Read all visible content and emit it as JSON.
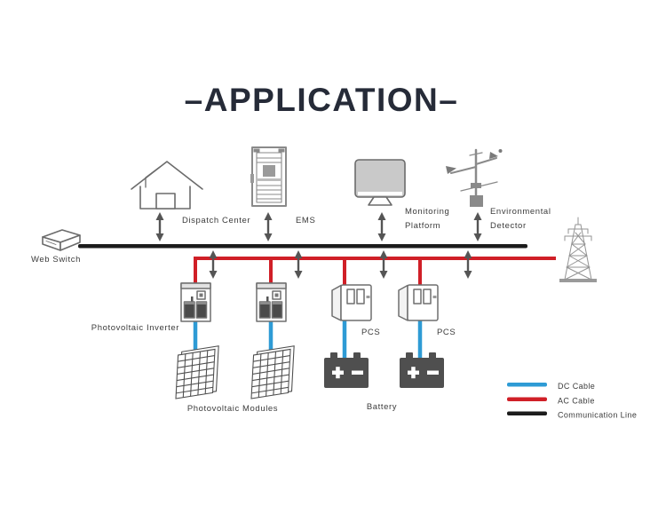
{
  "title": "–APPLICATION–",
  "colors": {
    "title_text": "#262B38",
    "dc_cable": "#2E9BD5",
    "ac_cable": "#D01F27",
    "communication_line": "#1C1C1C",
    "icon_gray": "#6B6B6B",
    "arrow_gray": "#555555"
  },
  "nodes": {
    "web_switch": {
      "label": "Web Switch"
    },
    "dispatch_center": {
      "label": "Dispatch Center"
    },
    "ems": {
      "label": "EMS"
    },
    "monitoring_platform": {
      "label_line1": "Monitoring",
      "label_line2": "Platform"
    },
    "environmental_detector": {
      "label_line1": "Environmental",
      "label_line2": "Detector"
    },
    "photovoltaic_inverter": {
      "label": "Photovoltaic Inverter"
    },
    "pcs_1": {
      "label": "PCS"
    },
    "pcs_2": {
      "label": "PCS"
    },
    "photovoltaic_modules": {
      "label": "Photovoltaic Modules"
    },
    "battery": {
      "label": "Battery"
    }
  },
  "legend": {
    "items": [
      {
        "name": "dc-cable",
        "label": "DC Cable",
        "color": "#2E9BD5"
      },
      {
        "name": "ac-cable",
        "label": "AC Cable",
        "color": "#D01F27"
      },
      {
        "name": "communication-line",
        "label": "Communication Line",
        "color": "#1C1C1C"
      }
    ]
  }
}
